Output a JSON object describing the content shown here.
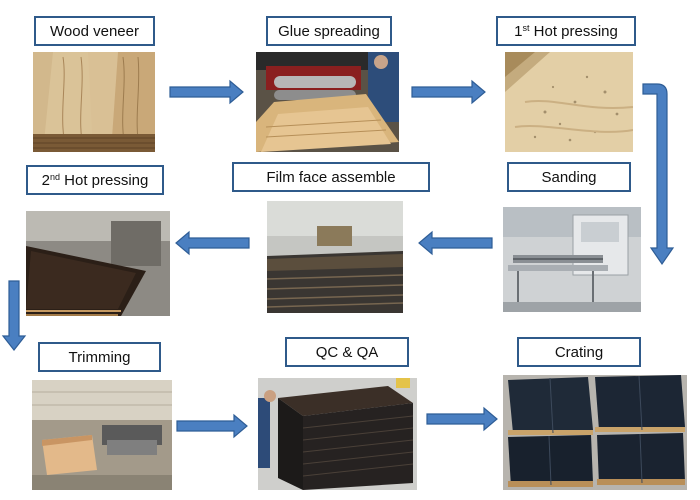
{
  "steps": [
    {
      "label": "Wood veneer"
    },
    {
      "label": "Glue spreading"
    },
    {
      "label_pre": "1",
      "label_sup": "st",
      "label_post": " Hot pressing"
    },
    {
      "label": "Sanding"
    },
    {
      "label": "Film face assemble"
    },
    {
      "label_pre": "2",
      "label_sup": "nd",
      "label_post": " Hot pressing"
    },
    {
      "label": "Trimming"
    },
    {
      "label": "QC & QA"
    },
    {
      "label": "Crating"
    }
  ],
  "colors": {
    "label_border": "#2f5a8a",
    "arrow_fill": "#4a7fc1",
    "arrow_stroke": "#2e5d96"
  }
}
